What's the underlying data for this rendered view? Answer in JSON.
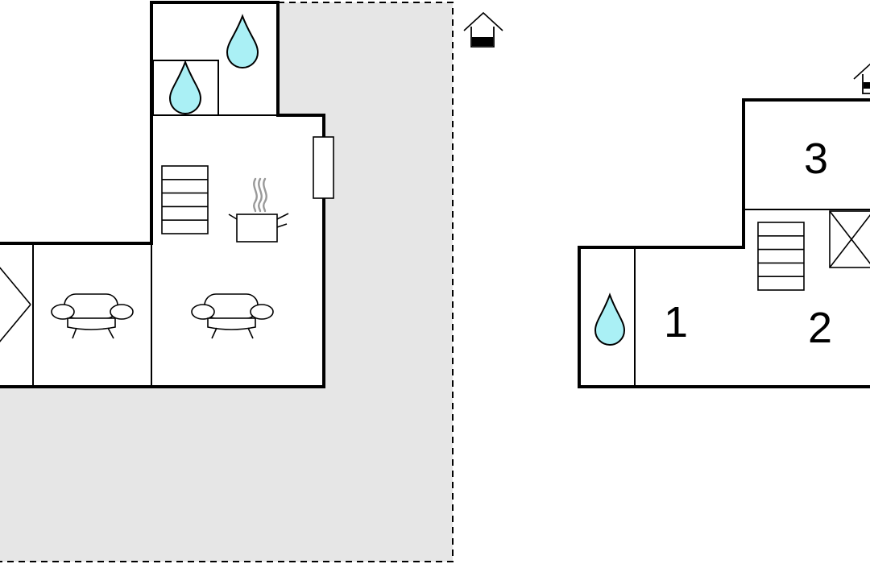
{
  "floor_plan": {
    "colors": {
      "terrace": "#e6e6e6",
      "water_drop": "#aaf0f5",
      "wall": "#000000",
      "steam": "#999999"
    },
    "icons": [
      "house-icon",
      "water-drop-icon",
      "stairs-icon",
      "cooking-pot-icon",
      "sofa-icon",
      "window-icon",
      "closet-icon"
    ],
    "rooms": {
      "room_1": "1",
      "room_2": "2",
      "room_3": "3"
    }
  }
}
